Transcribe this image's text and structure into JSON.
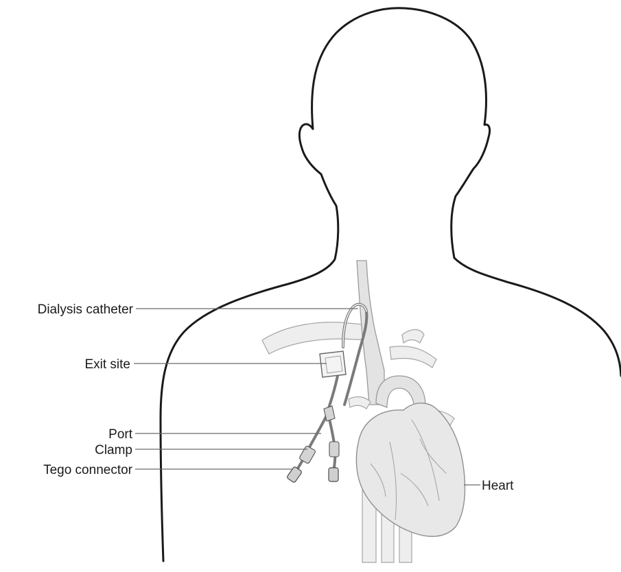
{
  "labels": {
    "dialysis_catheter": "Dialysis catheter",
    "exit_site": "Exit site",
    "port": "Port",
    "clamp": "Clamp",
    "tego_connector": "Tego connector",
    "heart": "Heart"
  },
  "colors": {
    "outline": "#1a1a1a",
    "leader": "#6a6a6a",
    "organ_fill": "#e8e8e8",
    "background": "#ffffff"
  }
}
